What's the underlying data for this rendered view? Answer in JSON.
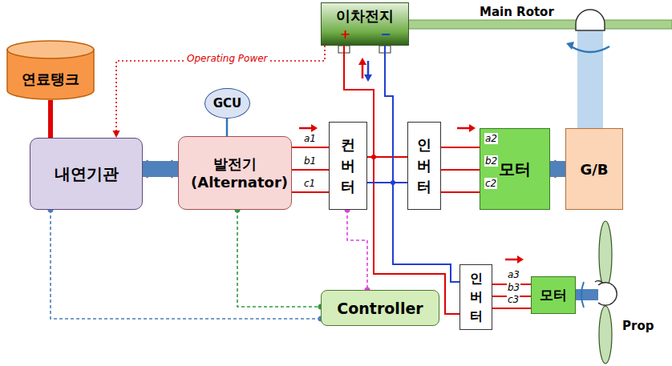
{
  "diagram": {
    "nodes": [
      {
        "text": [
          "연료탱크"
        ]
      },
      {
        "text": [
          "이차전지"
        ]
      },
      {
        "text": [
          "GCU"
        ]
      },
      {
        "text": [
          "내연기관"
        ]
      },
      {
        "text": [
          "발전기 (Alternator)"
        ]
      },
      {
        "text": [
          "컨버터"
        ]
      },
      {
        "text": [
          "인버터"
        ]
      },
      {
        "text": [
          "모터"
        ]
      },
      {
        "text": [
          "G/B"
        ]
      },
      {
        "text": [
          "인버터"
        ]
      },
      {
        "text": [
          "모터"
        ]
      },
      {
        "text": [
          "Controller"
        ]
      }
    ],
    "edges": [
      {
        "from": 0,
        "to": 3,
        "arrow": "none"
      },
      {
        "from": 1,
        "to": 3,
        "label": "Operating Power",
        "arrow": "to"
      },
      {
        "from": 2,
        "to": 4,
        "arrow": "none"
      },
      {
        "from": 3,
        "to": 4,
        "arrow": "none"
      },
      {
        "from": 4,
        "to": 5,
        "label": "a1",
        "arrow": "none"
      },
      {
        "from": 4,
        "to": 5,
        "label": "b1",
        "arrow": "none"
      },
      {
        "from": 4,
        "to": 5,
        "label": "c1",
        "arrow": "none"
      },
      {
        "from": 5,
        "to": 6,
        "arrow": "none"
      },
      {
        "from": 5,
        "to": 6,
        "arrow": "none"
      },
      {
        "from": 1,
        "to": 5,
        "arrow": "none"
      },
      {
        "from": 1,
        "to": 5,
        "arrow": "none"
      },
      {
        "from": 6,
        "to": 7,
        "label": "a2",
        "arrow": "none"
      },
      {
        "from": 6,
        "to": 7,
        "label": "b2",
        "arrow": "none"
      },
      {
        "from": 6,
        "to": 7,
        "label": "c2",
        "arrow": "none"
      },
      {
        "from": 7,
        "to": 8,
        "arrow": "none"
      },
      {
        "from": 5,
        "to": 9,
        "arrow": "none"
      },
      {
        "from": 5,
        "to": 9,
        "arrow": "none"
      },
      {
        "from": 9,
        "to": 10,
        "label": "a3",
        "arrow": "none"
      },
      {
        "from": 9,
        "to": 10,
        "label": "b3",
        "arrow": "none"
      },
      {
        "from": 9,
        "to": 10,
        "label": "c3",
        "arrow": "none"
      },
      {
        "from": 3,
        "to": 11,
        "arrow": "none"
      },
      {
        "from": 4,
        "to": 11,
        "arrow": "none"
      },
      {
        "from": 5,
        "to": 11,
        "arrow": "none"
      }
    ],
    "labels": [
      "+",
      "−",
      "Main Rotor",
      "Prop"
    ]
  }
}
